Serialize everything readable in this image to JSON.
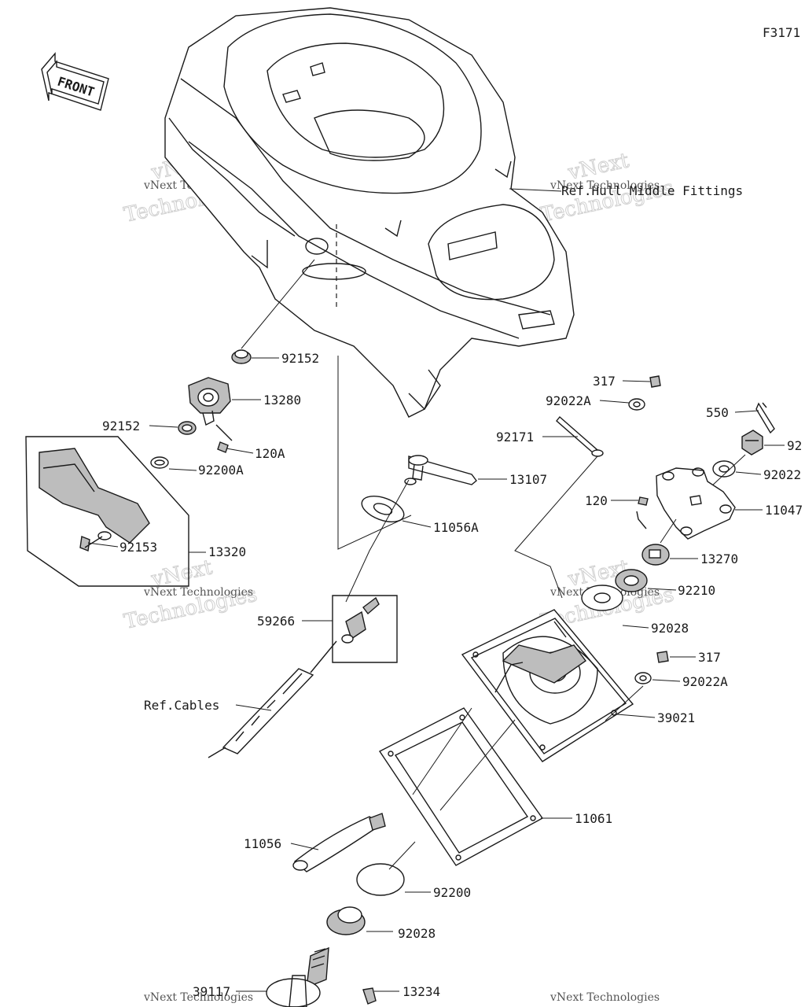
{
  "figure_code": "F3171",
  "front_arrow_text": "FRONT",
  "watermark": {
    "small": "vNext Technologies",
    "large_line1": "vNext",
    "large_line2": "Technologies"
  },
  "refs": {
    "hull_fittings": "Ref.Hull Middle Fittings",
    "cables": "Ref.Cables"
  },
  "parts": {
    "p92152_top": "92152",
    "p13280": "13280",
    "p92152_left": "92152",
    "p120A": "120A",
    "p92200A": "92200A",
    "p13320": "13320",
    "p92153": "92153",
    "p13107": "13107",
    "p11056A": "11056A",
    "p59266": "59266",
    "p317_top": "317",
    "p92022A_top": "92022A",
    "p92171": "92171",
    "p550": "550",
    "p92_right": "92",
    "p92022_right": "92022",
    "p120": "120",
    "p11047": "11047",
    "p13270": "13270",
    "p92210": "92210",
    "p92028_mid": "92028",
    "p317_mid": "317",
    "p92022A_mid": "92022A",
    "p39021": "39021",
    "p11061": "11061",
    "p11056": "11056",
    "p92200": "92200",
    "p92028_low": "92028",
    "p39117": "39117",
    "p13234": "13234"
  }
}
